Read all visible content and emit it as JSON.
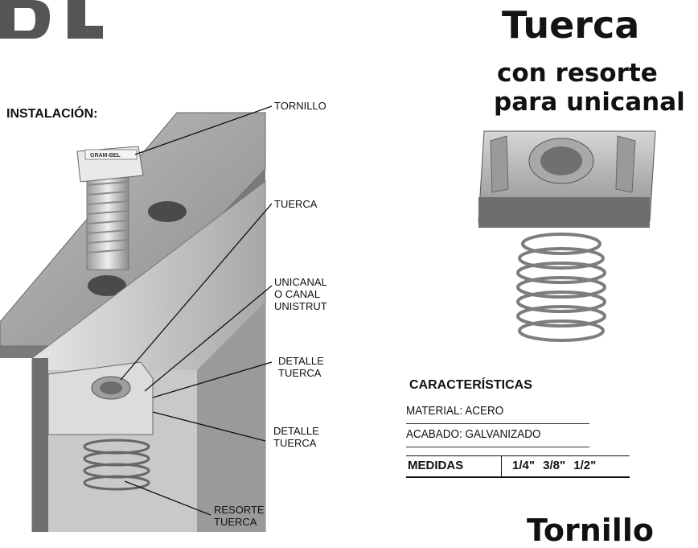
{
  "title": {
    "main": "Tuerca",
    "line1": "con resorte",
    "line2": "para unicanal"
  },
  "installation": {
    "label": "INSTALACIÓN:",
    "callouts": {
      "tornillo": "TORNILLO",
      "tuerca": "TUERCA",
      "unicanal": [
        "UNICANAL",
        "O CANAL",
        "UNISTRUT"
      ],
      "detalle1": [
        "DETALLE",
        "TUERCA"
      ],
      "detalle2": [
        "DETALLE",
        "TUERCA"
      ],
      "resorte": [
        "RESORTE",
        "TUERCA"
      ]
    },
    "bolt_head_text": "GRAM-BEL"
  },
  "specs": {
    "title": "CARACTERÍSTICAS",
    "material": "MATERIAL: ACERO",
    "acabado": "ACABADO: GALVANIZADO",
    "medidas_label": "MEDIDAS",
    "medidas_values": "1/4\"   3/8\"   1/2\""
  },
  "footer_fragment": "Tornillo",
  "colors": {
    "text": "#111111",
    "metal_light": "#d9d9d9",
    "metal_dark": "#8a8a8a",
    "logo": "#555555"
  }
}
